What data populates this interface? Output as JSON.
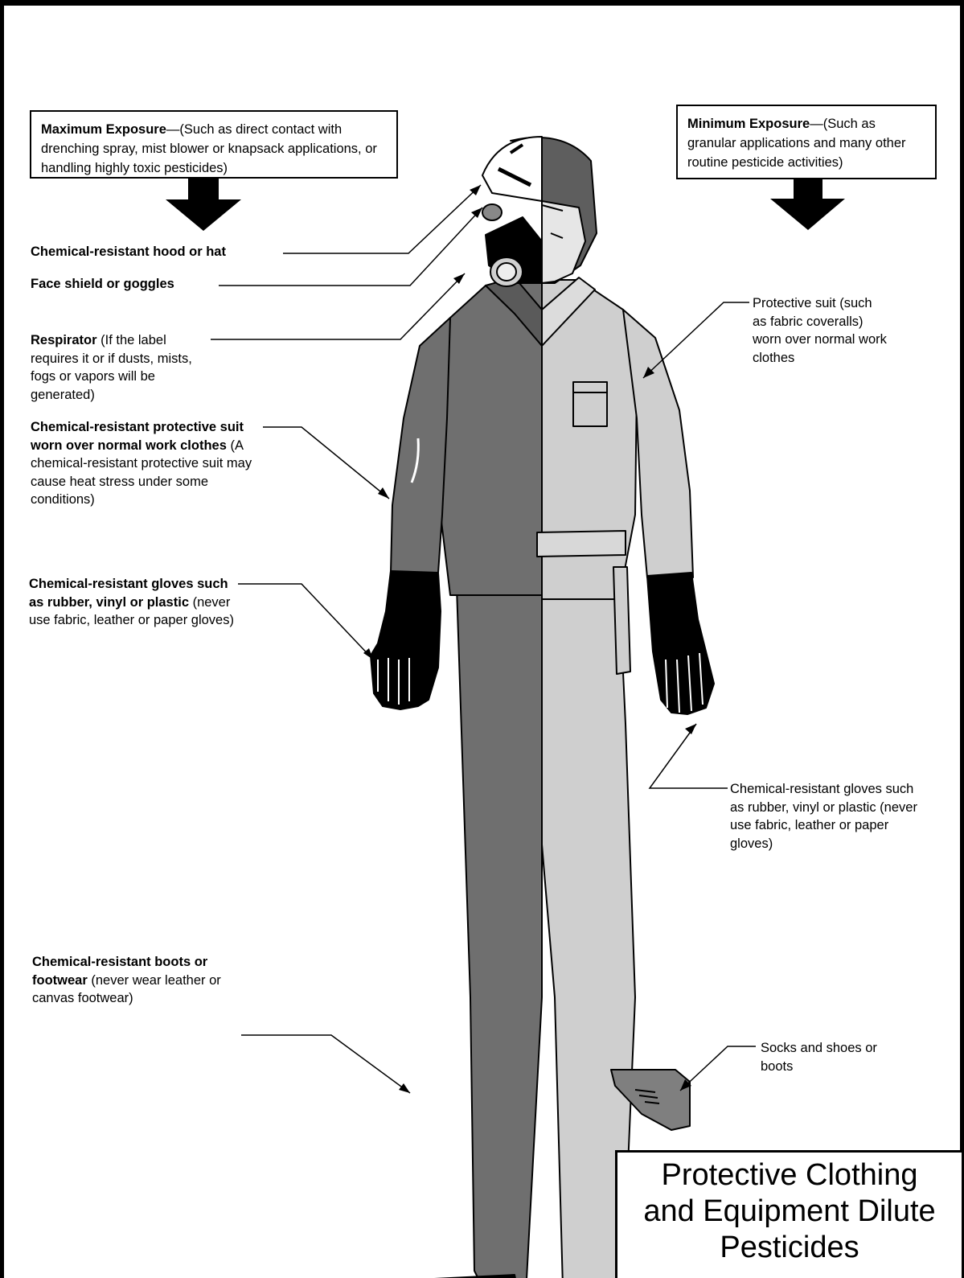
{
  "header_boxes": {
    "left": {
      "heading": "Maximum Exposure",
      "text": "—(Such as direct contact with drenching spray, mist blower or knapsack applications, or handling highly toxic pesticides)"
    },
    "right": {
      "heading": "Minimum Exposure",
      "text": "—(Such as granular applications and many other routine pesticide activities)"
    }
  },
  "left_labels": {
    "hood": {
      "bold": "Chemical-resistant hood or hat",
      "text": ""
    },
    "face": {
      "bold": "Face shield or goggles",
      "text": ""
    },
    "respirator": {
      "bold": "Respirator",
      "text": " (If the label requires it or if dusts, mists, fogs or vapors will be generated)"
    },
    "suit": {
      "bold": "Chemical-resistant protective suit worn over normal work clothes",
      "text": " (A chemical-resistant protective suit may cause heat stress under some conditions)"
    },
    "gloves": {
      "bold": "Chemical-resistant gloves such as rubber, vinyl or plastic",
      "text": " (never use fabric, leather or paper gloves)"
    },
    "boots": {
      "bold": "Chemical-resistant boots or footwear",
      "text": " (never wear leather or canvas footwear)"
    }
  },
  "right_labels": {
    "suit": "Protective suit (such as fabric coveralls) worn over normal work clothes",
    "gloves": "Chemical-resistant gloves such as rubber, vinyl or plastic (never use fabric, leather or paper gloves)",
    "socks": "Socks and shoes or boots"
  },
  "title": {
    "line1": "Protective Clothing",
    "line2": "and Equipment Dilute",
    "line3": "Pesticides"
  },
  "colors": {
    "dark_suit": "#6f6f6f",
    "light_suit": "#cfcfcf",
    "black": "#000000"
  }
}
